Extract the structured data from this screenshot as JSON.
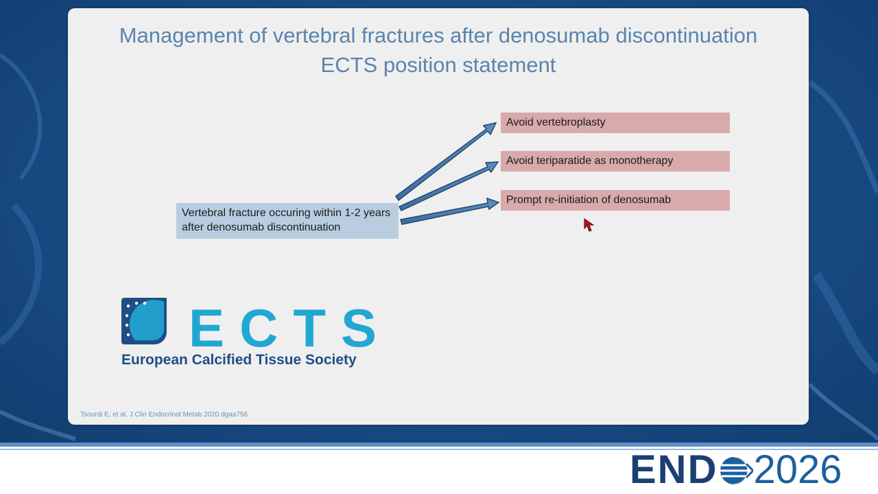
{
  "slide": {
    "title_line1": "Management of vertebral fractures after denosumab discontinuation",
    "title_line2": "ECTS position statement",
    "source_box": "Vertebral fracture occuring within 1-2 years after denosumab discontinuation",
    "outcomes": [
      "Avoid vertebroplasty",
      "Avoid teriparatide as monotherapy",
      "Prompt re-initiation of denosumab"
    ],
    "logo": {
      "acronym": "ECTS",
      "full_name": "European Calcified Tissue Society"
    },
    "citation": "Tsourdi E, et al. J Clin Endocrinol Metab 2020.dgaa756"
  },
  "footer": {
    "brand_word": "END",
    "brand_year": "2026"
  },
  "colors": {
    "title": "#5a84ad",
    "source_box": "#b8cde0",
    "outcome_box": "#d8aaab",
    "arrow": "#4a78a8",
    "logo_cyan": "#21a8d2",
    "logo_navy": "#1e4e86",
    "footer_brand": "#1c3f74"
  },
  "icons": [
    "arrow-right-icon",
    "cursor-icon",
    "ects-logo-mark-icon",
    "globe-icon"
  ]
}
